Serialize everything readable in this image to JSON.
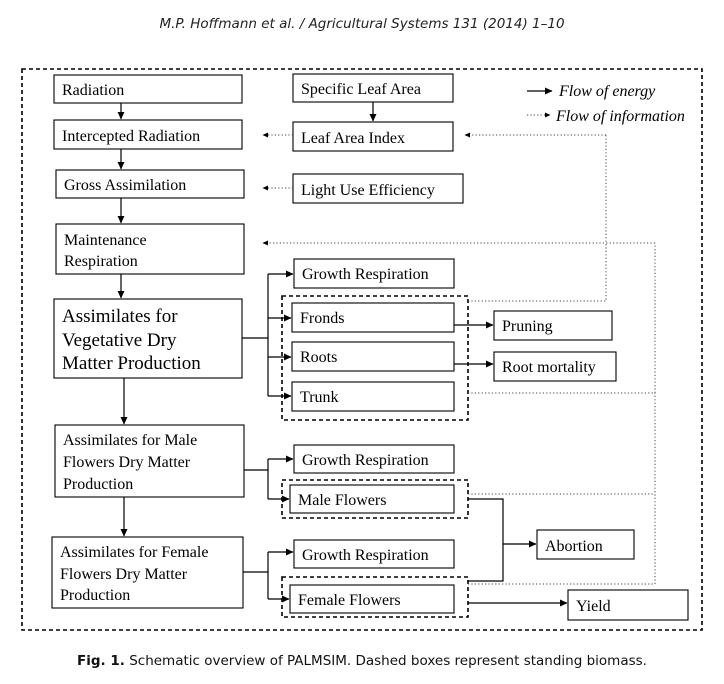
{
  "header": "M.P. Hoffmann et al. / Agricultural Systems 131 (2014) 1–10",
  "legend": {
    "energy": "Flow of energy",
    "information": "Flow of information"
  },
  "boxes": {
    "radiation": "Radiation",
    "intercepted": "Intercepted Radiation",
    "gross": "Gross Assimilation",
    "maint_1": "Maintenance",
    "maint_2": "Respiration",
    "sla": "Specific Leaf Area",
    "lai": "Leaf Area Index",
    "lue": "Light Use Efficiency",
    "veg_1": "Assimilates for",
    "veg_2": "Vegetative Dry",
    "veg_3": "Matter Production",
    "growth_resp": "Growth Respiration",
    "fronds": "Fronds",
    "roots": "Roots",
    "trunk": "Trunk",
    "pruning": "Pruning",
    "root_mortality": "Root mortality",
    "male_1": "Assimilates for Male",
    "male_2": "Flowers Dry Matter",
    "male_3": "Production",
    "male_flowers": "Male Flowers",
    "female_1": "Assimilates for Female",
    "female_2": "Flowers Dry Matter",
    "female_3": "Production",
    "female_flowers": "Female Flowers",
    "abortion": "Abortion",
    "yield": "Yield"
  },
  "caption": {
    "label": "Fig. 1.",
    "text": " Schematic overview of PALMSIM. Dashed boxes represent standing biomass."
  }
}
